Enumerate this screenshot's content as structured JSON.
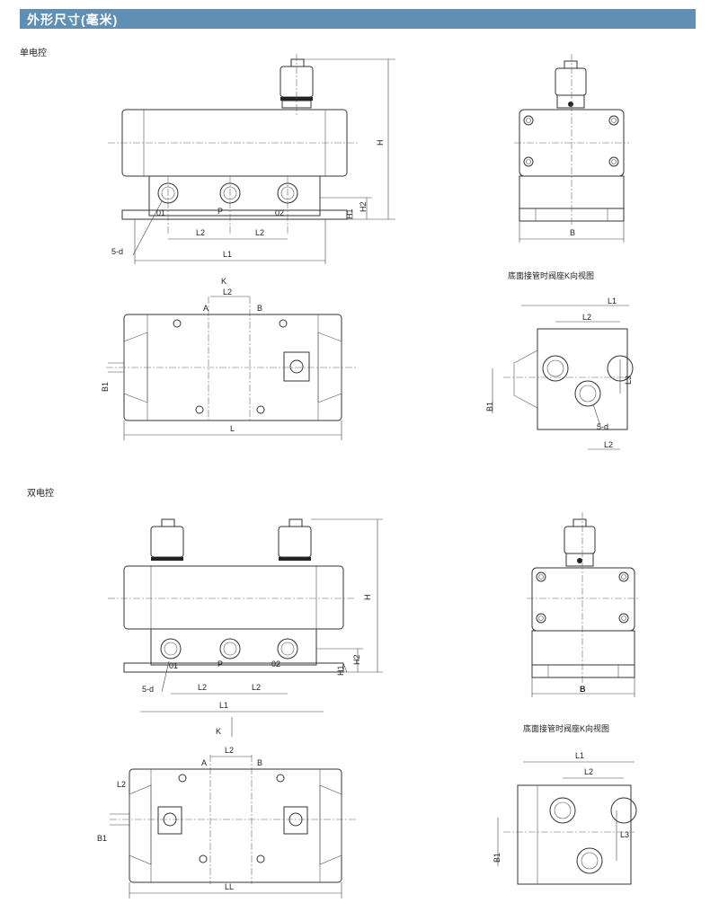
{
  "header": {
    "title": "外形尺寸(毫米)"
  },
  "sections": {
    "single": {
      "label": "单电控"
    },
    "double": {
      "label": "双电控"
    }
  },
  "views": {
    "bottom_view_title": "底面接管时阀座K向视图"
  },
  "labels": {
    "H": "H",
    "H1": "H1",
    "H2": "H2",
    "B": "B",
    "B1": "B1",
    "L": "L",
    "LL": "LL",
    "L1": "L1",
    "L2": "L2",
    "L3": "L3",
    "K": "K",
    "A": "A",
    "Bport": "B",
    "O1": "01",
    "O2": "02",
    "P": "P",
    "fived": "5-d"
  }
}
